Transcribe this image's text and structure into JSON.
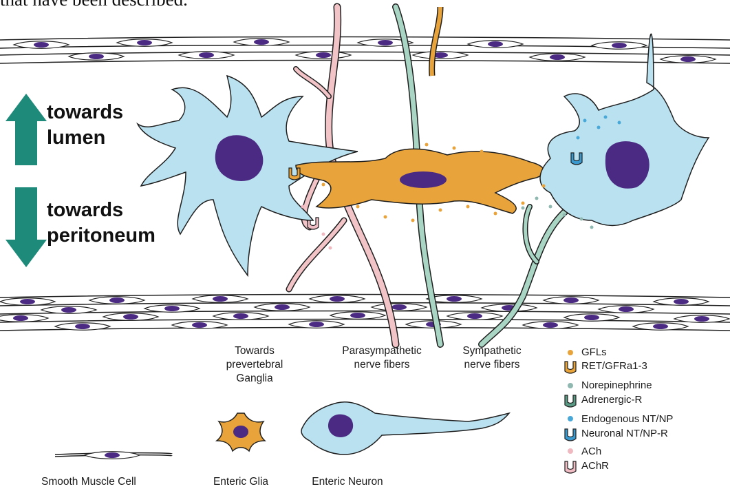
{
  "header": {
    "partial_text": "that have been described."
  },
  "orientation": {
    "up_line1": "towards",
    "up_line2": "lumen",
    "down_line1": "towards",
    "down_line2": "peritoneum"
  },
  "labels": {
    "prevertebral_1": "Towards",
    "prevertebral_2": "prevertebral",
    "prevertebral_3": "Ganglia",
    "parasympathetic_1": "Parasympathetic",
    "parasympathetic_2": "nerve fibers",
    "sympathetic_1": "Sympathetic",
    "sympathetic_2": "nerve fibers"
  },
  "key": {
    "smooth_muscle": "Smooth Muscle Cell",
    "enteric_glia": "Enteric Glia",
    "enteric_neuron": "Enteric Neuron"
  },
  "legend": [
    {
      "label": "GFLs",
      "color": "#e8a33a",
      "icon": "dot"
    },
    {
      "label": "RET/GFRa1-3",
      "color": "#e8a33a",
      "icon": "receptor"
    },
    {
      "label": "Norepinephrine",
      "color": "#8fb8b0",
      "icon": "dot"
    },
    {
      "label": "Adrenergic-R",
      "color": "#5a9a84",
      "icon": "receptor"
    },
    {
      "label": "Endogenous NT/NP",
      "color": "#4aa8d8",
      "icon": "dot"
    },
    {
      "label": "Neuronal NT/NP-R",
      "color": "#3a9ad0",
      "icon": "receptor"
    },
    {
      "label": "ACh",
      "color": "#f0b8c0",
      "icon": "dot"
    },
    {
      "label": "AChR",
      "color": "#f0bcc4",
      "icon": "receptor"
    }
  ],
  "colors": {
    "neuron": "#b9e1ef",
    "nucleus": "#4b2a83",
    "glia": "#e8a33a",
    "parasympathetic": "#f2c4c8",
    "sympathetic": "#a8d5c4",
    "arrow": "#1e8a7a",
    "outline": "#1f1f1f"
  }
}
